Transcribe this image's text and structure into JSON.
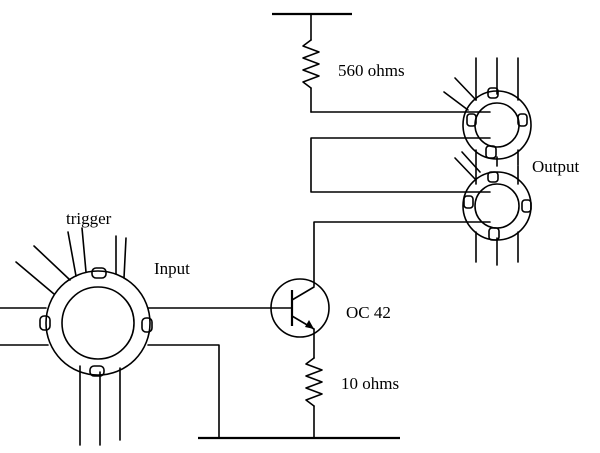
{
  "labels": {
    "r_top": "560 ohms",
    "r_bottom": "10 ohms",
    "transistor": "OC 42",
    "input": "Input",
    "trigger": "trigger",
    "output": "Output"
  }
}
